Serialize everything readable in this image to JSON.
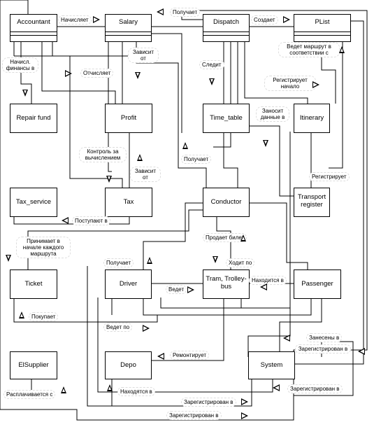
{
  "classes": {
    "accountant": "Accountant",
    "salary": "Salary",
    "dispatch": "Dispatch",
    "plist": "PList",
    "repair_fund": "Repair fund",
    "profit": "Profit",
    "time_table": "Time_table",
    "itinerary": "Itinerary",
    "tax_service": "Tax_service",
    "tax": "Tax",
    "conductor": "Conductor",
    "transport_register": "Transport register",
    "ticket": "Ticket",
    "driver": "Driver",
    "tram": "Tram, Trolley-bus",
    "passenger": "Passenger",
    "elsupplier": "ElSupplier",
    "depo": "Depo",
    "system": "System"
  },
  "associations": {
    "nachislyaet": "Начисляет",
    "poluchaet_top": "Получает",
    "sozdaet": "Создает",
    "zavisit_ot_1": "Зависит от",
    "nachisl_finansy": "Начисл. финансы в",
    "otchislyaet": "Отчисляет",
    "sledit": "Следит",
    "vedet_marshrut": "Ведет маршрут в соответствии с",
    "registriruet_nachalo": "Регистрирует начало",
    "zanosit_dannye": "Заносит данные в",
    "kontrol": "Контроль за вычислением",
    "zavisit_ot_2": "Зависит от",
    "poluchaet_conductor": "Получает",
    "registriruet": "Регистрирует",
    "postupayut": "Поступают в",
    "prodaet_bilet": "Продает билет",
    "prinimaet": "Принимает в начале каждого маршрута",
    "poluchaet_driver": "Получает",
    "hodit_po": "Ходит по",
    "nahoditsya_v_1": "Находится в",
    "vedet": "Ведет",
    "pokupaet": "Покупает",
    "vedet_po": "Ведет по",
    "zaneseny_v": "Занесены в",
    "zaregistrirovan_1": "Зарегистрирован в",
    "remontiruet": "Ремонтирует",
    "rasplachivaetsya": "Расплачивается с",
    "nahodyatsya_v": "Находятся в",
    "zaregistrirovan_2": "Зарегистрирован в",
    "zaregistrirovan_3": "Зарегистрирован в",
    "zaregistrirovan_4": "Зарегистрирован в"
  }
}
